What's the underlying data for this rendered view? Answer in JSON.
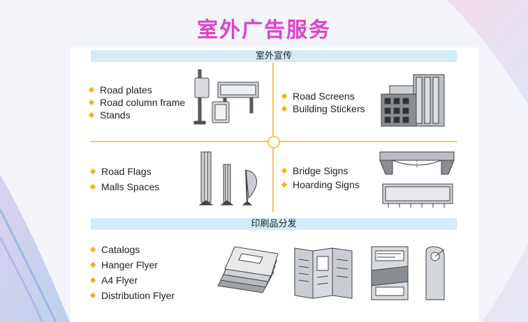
{
  "page": {
    "title": "室外广告服务"
  },
  "sections": {
    "outdoor": {
      "header": "室外宣传"
    },
    "print": {
      "header": "印刷品分发"
    }
  },
  "quadrants": {
    "top_left": {
      "items": [
        "Road plates",
        "Road column frame",
        "Stands"
      ]
    },
    "top_right": {
      "items": [
        "Road Screens",
        "Building Stickers"
      ]
    },
    "bottom_left": {
      "items": [
        "Road Flags",
        "Malls Spaces"
      ]
    },
    "bottom_right": {
      "items": [
        "Bridge Signs",
        "Hoarding Signs"
      ]
    }
  },
  "print_items": [
    "Catalogs",
    "Hanger Flyer",
    "A4 Flyer",
    "Distribution Flyer"
  ],
  "colors": {
    "title": "#e040c8",
    "band": "#d2ebf7",
    "divider": "#f2c84e",
    "bullet": "#f0b21e",
    "illustration": "#8e9298"
  },
  "icons": {
    "top_left": "billboard-stands-icon",
    "top_right": "building-icon",
    "bottom_left": "road-flags-icon",
    "bottom_right": "bridge-hoarding-icon",
    "flyers": "flyer-stack-icon",
    "brochure": "trifold-brochure-icon",
    "a4": "a4-flyer-icon",
    "hanger": "door-hanger-icon"
  }
}
